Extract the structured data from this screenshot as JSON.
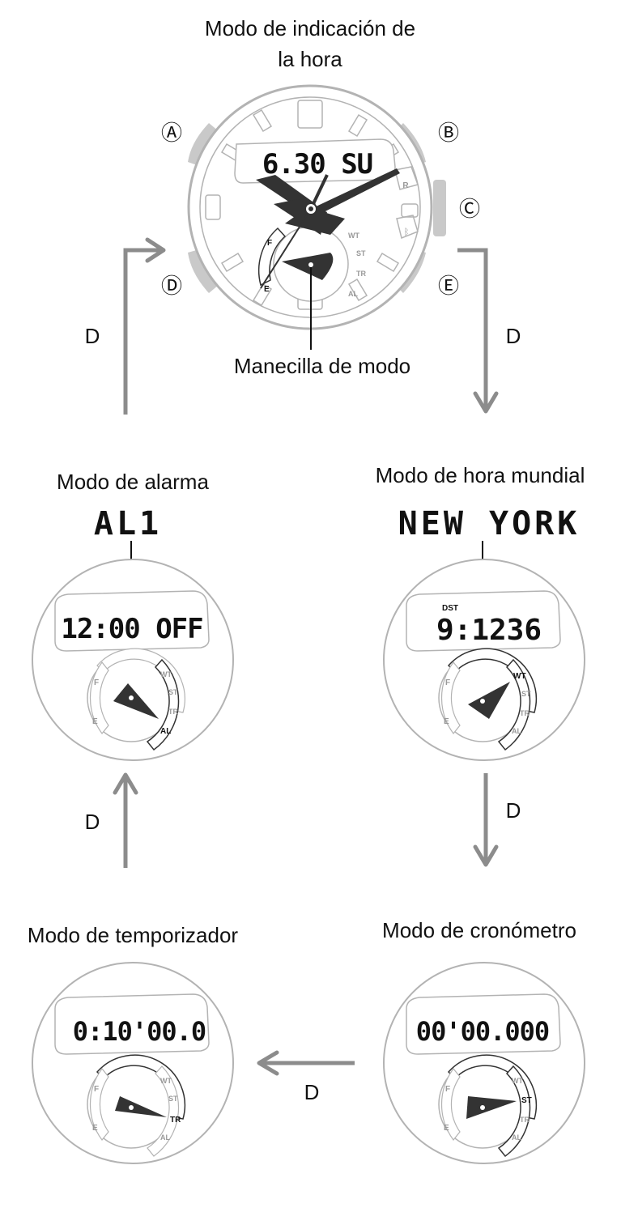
{
  "modes": {
    "timekeeping": {
      "title_line1": "Modo de indicación de",
      "title_line2": "la hora",
      "display": "6.30 SU",
      "hand_label": "Manecilla de modo"
    },
    "alarm": {
      "title": "Modo de alarma",
      "header": "AL1",
      "display": "12:00 OFF"
    },
    "world_time": {
      "title": "Modo de hora mundial",
      "header": "NEW YORK",
      "dst": "DST",
      "display": "9:1236"
    },
    "timer": {
      "title": "Modo de temporizador",
      "display": "0:10'00.0"
    },
    "stopwatch": {
      "title": "Modo de cronómetro",
      "display": "00'00.000"
    }
  },
  "buttons": {
    "a": "A",
    "b": "B",
    "c": "C",
    "d": "D",
    "e": "E"
  },
  "button_glyphs": {
    "a": "Ⓐ",
    "b": "Ⓑ",
    "c": "Ⓒ",
    "d": "Ⓓ",
    "e": "Ⓔ"
  },
  "dial_marks": {
    "wt": "WT",
    "st": "ST",
    "tr": "TR",
    "al": "AL",
    "f": "F",
    "e": "E",
    "r": "R"
  },
  "arrow_label": "D",
  "colors": {
    "arrow": "#8c8c8c",
    "outline": "#b3b3b3",
    "bezel": "#c9c9c9",
    "ink": "#111111",
    "hand": "#333333"
  }
}
